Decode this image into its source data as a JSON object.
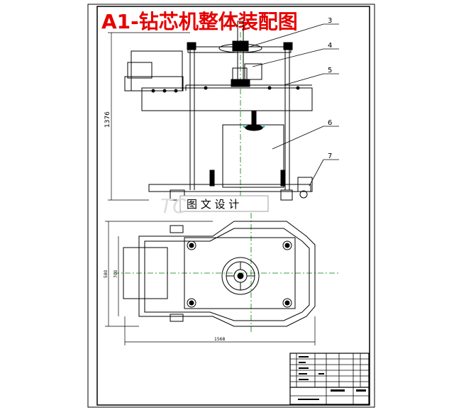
{
  "title": "A1-钻芯机整体装配图",
  "callouts": [
    {
      "id": "c3",
      "label": "3"
    },
    {
      "id": "c4",
      "label": "4"
    },
    {
      "id": "c5",
      "label": "5"
    },
    {
      "id": "c6",
      "label": "6"
    },
    {
      "id": "c7",
      "label": "7"
    }
  ],
  "dimensions": {
    "height": "1376",
    "width": "1568",
    "plan_outer": "580",
    "plan_inner": "700"
  },
  "watermark": {
    "text": "图 文 设 计",
    "logo_letters": "TC"
  },
  "colors": {
    "title": "#e60000",
    "line": "#000000",
    "center_line": "#008000",
    "highlight": "#00aaaa"
  }
}
